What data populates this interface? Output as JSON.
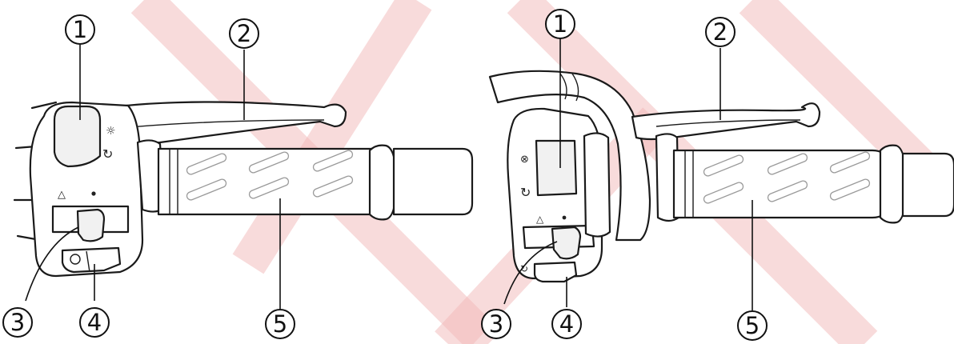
{
  "figures": [
    {
      "id": "left-handlebar",
      "callouts": [
        {
          "label": "1"
        },
        {
          "label": "2"
        },
        {
          "label": "3"
        },
        {
          "label": "4"
        },
        {
          "label": "5"
        }
      ]
    },
    {
      "id": "right-handlebar",
      "callouts": [
        {
          "label": "1"
        },
        {
          "label": "2"
        },
        {
          "label": "3"
        },
        {
          "label": "4"
        },
        {
          "label": "5"
        }
      ]
    }
  ],
  "colors": {
    "line": "#1a1a1a",
    "watermark": "#f2b8b8"
  }
}
